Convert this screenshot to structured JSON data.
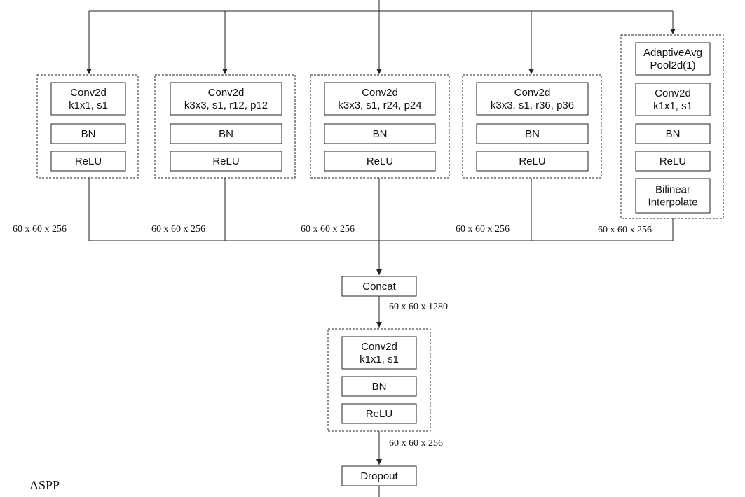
{
  "title": "ASPP",
  "branches": [
    {
      "id": "b1",
      "layers": [
        [
          "Conv2d",
          "k1x1, s1"
        ],
        [
          "BN"
        ],
        [
          "ReLU"
        ]
      ],
      "output": "60 x 60 x 256"
    },
    {
      "id": "b2",
      "layers": [
        [
          "Conv2d",
          "k3x3, s1, r12, p12"
        ],
        [
          "BN"
        ],
        [
          "ReLU"
        ]
      ],
      "output": "60 x 60 x 256"
    },
    {
      "id": "b3",
      "layers": [
        [
          "Conv2d",
          "k3x3, s1, r24, p24"
        ],
        [
          "BN"
        ],
        [
          "ReLU"
        ]
      ],
      "output": "60 x 60 x 256"
    },
    {
      "id": "b4",
      "layers": [
        [
          "Conv2d",
          "k3x3, s1, r36, p36"
        ],
        [
          "BN"
        ],
        [
          "ReLU"
        ]
      ],
      "output": "60 x 60 x 256"
    },
    {
      "id": "b5",
      "layers": [
        [
          "AdaptiveAvg",
          "Pool2d(1)"
        ],
        [
          "Conv2d",
          "k1x1, s1"
        ],
        [
          "BN"
        ],
        [
          "ReLU"
        ],
        [
          "Bilinear",
          "Interpolate"
        ]
      ],
      "output": "60 x 60 x 256"
    }
  ],
  "concat": {
    "label": "Concat",
    "output": "60 x 60 x 1280"
  },
  "projection": {
    "layers": [
      [
        "Conv2d",
        "k1x1, s1"
      ],
      [
        "BN"
      ],
      [
        "ReLU"
      ]
    ],
    "output": "60 x 60 x 256"
  },
  "dropout": {
    "label": "Dropout"
  }
}
